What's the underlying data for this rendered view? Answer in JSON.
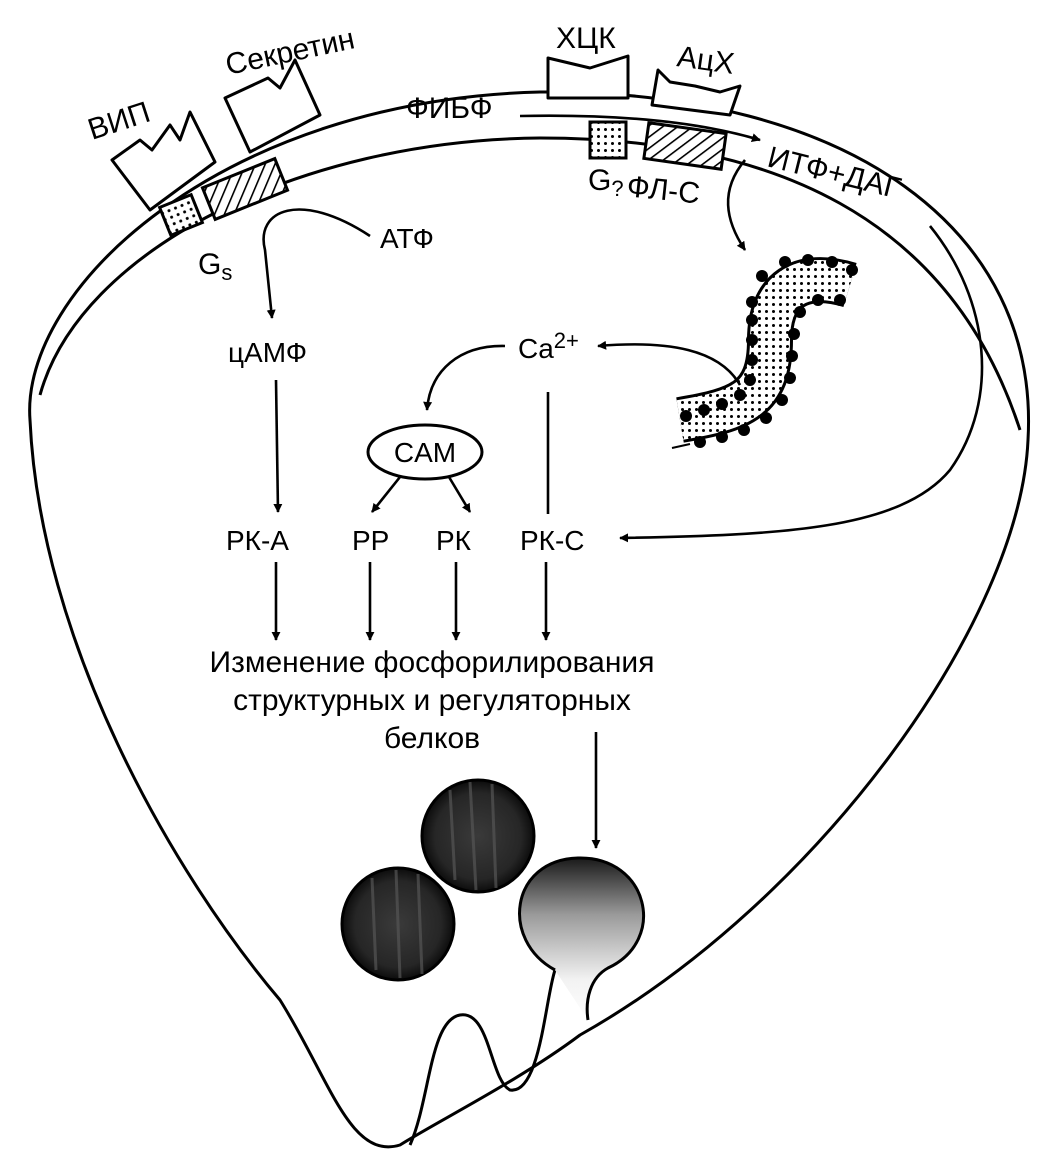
{
  "labels": {
    "vip": "ВИП",
    "secretin": "Секретин",
    "hck": "ХЦК",
    "ach": "АцХ",
    "fibf": "ФИБФ",
    "itf_dag": "ИТФ+ДАГ",
    "gs_base": "G",
    "gs_sub": "s",
    "gq_base": "G",
    "gq_sub": "?",
    "fl_c": "ФЛ-С",
    "atf": "АТФ",
    "camp": "цАМФ",
    "ca_base": "Ca",
    "ca_sup": "2+",
    "cam": "CAM",
    "pk_a": "РК-А",
    "pp": "РР",
    "pk": "РК",
    "pk_c": "РК-С",
    "result_line1": "Изменение фосфорилирования",
    "result_line2": "структурных и регуляторных",
    "result_line3": "белков"
  },
  "colors": {
    "ink": "#000000",
    "paper": "#ffffff"
  }
}
